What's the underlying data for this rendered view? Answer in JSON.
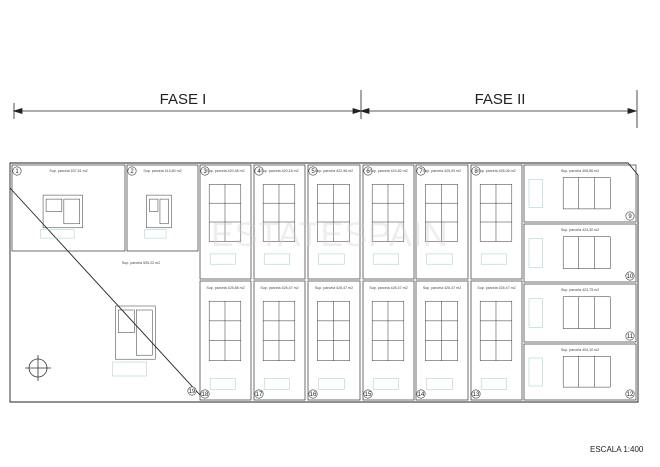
{
  "phases": {
    "fase1": "FASE I",
    "fase2": "FASE II"
  },
  "scale_label": "ESCALA  1:400",
  "watermark": "ESTATESPAIN",
  "lots": [
    {
      "num": "1",
      "sup": "Sup. parcela 537,61 m2"
    },
    {
      "num": "2",
      "sup": "Sup. parcela 414,80 m2"
    },
    {
      "num": "3",
      "sup": "Sup. parcela 420,48 m2"
    },
    {
      "num": "4",
      "sup": "Sup. parcela 420,18 m2"
    },
    {
      "num": "5",
      "sup": "Sup. parcela 422,96 m2"
    },
    {
      "num": "6",
      "sup": "Sup. parcela 424,82 m2"
    },
    {
      "num": "7",
      "sup": "Sup. parcela 425,09 m2"
    },
    {
      "num": "8",
      "sup": "Sup. parcela 426,06 m2"
    },
    {
      "num": "9",
      "sup": "Sup. parcela 408,86 m2"
    },
    {
      "num": "10",
      "sup": "Sup. parcela 424,30 m2"
    },
    {
      "num": "11",
      "sup": "Sup. parcela 423,75 m2"
    },
    {
      "num": "12",
      "sup": "Sup. parcela 404,10 m2"
    },
    {
      "num": "13",
      "sup": "Sup. parcela 426,47 m2"
    },
    {
      "num": "14",
      "sup": "Sup. parcela 426,47 m2"
    },
    {
      "num": "15",
      "sup": "Sup. parcela 426,47 m2"
    },
    {
      "num": "16",
      "sup": "Sup. parcela 426,47 m2"
    },
    {
      "num": "17",
      "sup": "Sup. parcela 426,47 m2"
    },
    {
      "num": "18",
      "sup": "Sup. parcela 425,88 m2"
    },
    {
      "num": "19",
      "sup": "Sup. parcela 505,22 m2"
    }
  ]
}
